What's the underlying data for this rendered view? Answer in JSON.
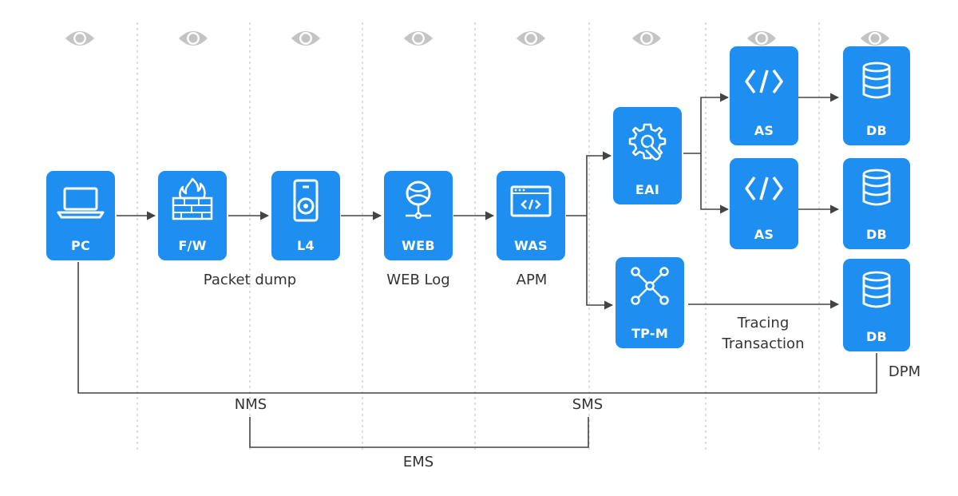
{
  "colors": {
    "node": "#1e8ff0",
    "line": "#444444",
    "divider": "#c8c8c8",
    "eye": "#c4c4c4"
  },
  "nodes": {
    "pc": {
      "label": "PC",
      "icon": "laptop-icon"
    },
    "fw": {
      "label": "F/W",
      "icon": "firewall-icon"
    },
    "l4": {
      "label": "L4",
      "icon": "speaker-device-icon"
    },
    "web": {
      "label": "WEB",
      "icon": "web-server-icon"
    },
    "was": {
      "label": "WAS",
      "icon": "code-window-icon"
    },
    "eai": {
      "label": "EAI",
      "icon": "gear-wrench-icon"
    },
    "tpm": {
      "label": "TP-M",
      "icon": "network-hub-icon"
    },
    "as1": {
      "label": "AS",
      "icon": "code-brackets-icon"
    },
    "as2": {
      "label": "AS",
      "icon": "code-brackets-icon"
    },
    "db1": {
      "label": "DB",
      "icon": "database-icon"
    },
    "db2": {
      "label": "DB",
      "icon": "database-icon"
    },
    "db3": {
      "label": "DB",
      "icon": "database-icon"
    }
  },
  "captions": {
    "packet_dump": "Packet dump",
    "web_log": "WEB Log",
    "apm": "APM",
    "tracing": "Tracing",
    "transaction": "Transaction",
    "dpm": "DPM",
    "nms": "NMS",
    "sms": "SMS",
    "ems": "EMS"
  },
  "monitor_icon": "eye-icon"
}
